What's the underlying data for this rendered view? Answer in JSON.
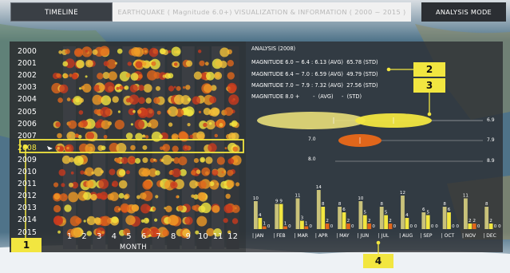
{
  "header": {
    "timeline_tab": "TIMELINE",
    "title": "EARTHQUAKE ( Magnitude 6.0+) VISUALIZATION & INFORMATION ( 2000 ~ 2015 )",
    "analysis_tab": "ANALYSIS MODE"
  },
  "timeline": {
    "years": [
      "2000",
      "2001",
      "2002",
      "2003",
      "2004",
      "2005",
      "2006",
      "2007",
      "2008",
      "2009",
      "2010",
      "2011",
      "2012",
      "2013",
      "2014",
      "2015"
    ],
    "selected_year": "2008",
    "months": [
      "1",
      "2",
      "3",
      "4",
      "5",
      "6",
      "7",
      "8",
      "9",
      "10",
      "11",
      "12"
    ],
    "month_label": "MONTH"
  },
  "analysis": {
    "title": "ANALYSIS (2008)",
    "lines": [
      "MAGNITUDE 6.0 ~ 6.4 : 6.13 (AVG)  65.78 (STD)",
      "MAGNITUDE 6.4 ~ 7.0 : 6.59 (AVG)  49.79 (STD)",
      "MAGNITUDE 7.0 ~ 7.9 : 7.32 (AVG)  27.56 (STD)",
      "MAGNITUDE 8.0 +        -  (AVG)     -  (STD)"
    ],
    "mag_labels": {
      "a": "6.9",
      "b": "7.0",
      "c": "7.9",
      "d": "8.0",
      "e": "8.9"
    }
  },
  "chart_data": {
    "type": "bar",
    "categories": [
      "JAN",
      "FEB",
      "MAR",
      "APR",
      "MAY",
      "JUN",
      "JUL",
      "AUG",
      "SEP",
      "OCT",
      "NOV",
      "DEC"
    ],
    "series": [
      {
        "values": [
          10,
          9,
          11,
          14,
          8,
          10,
          8,
          12,
          6,
          8,
          11,
          8
        ]
      },
      {
        "values": [
          4,
          9,
          3,
          8,
          6,
          5,
          5,
          4,
          5,
          6,
          2,
          2
        ]
      },
      {
        "values": [
          1,
          1,
          1,
          2,
          2,
          2,
          2,
          0,
          0,
          0,
          2,
          0
        ]
      },
      {
        "values": [
          0,
          0,
          0,
          0,
          0,
          0,
          0,
          0,
          0,
          0,
          0,
          0
        ]
      }
    ],
    "ylim": [
      0,
      16
    ]
  },
  "callouts": [
    "1",
    "2",
    "3",
    "4"
  ],
  "colors": {
    "accent": "#f2e640",
    "panel": "#2a2c2f",
    "orange": "#e0661b",
    "bar_main": "#c9c27a"
  }
}
